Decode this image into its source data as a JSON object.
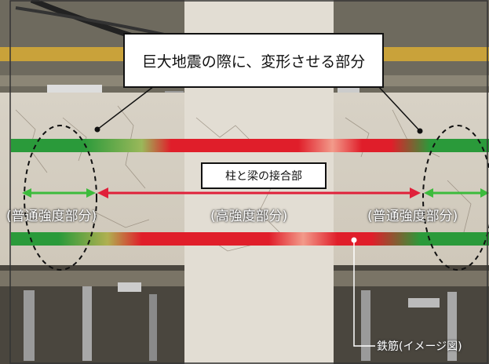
{
  "callout_top": "巨大地震の際に、変形させる部分",
  "callout_joint": "柱と梁の接合部",
  "zone_left": "(普通強度部分)",
  "zone_center": "(高強度部分)",
  "zone_right": "(普通強度部分)",
  "rebar_label": "鉄筋(イメージ図)",
  "colors": {
    "normal_strength": "#2a9a3a",
    "high_strength": "#e01e2a",
    "arrow_green": "#3cbb3c",
    "arrow_red": "#e0203a"
  }
}
